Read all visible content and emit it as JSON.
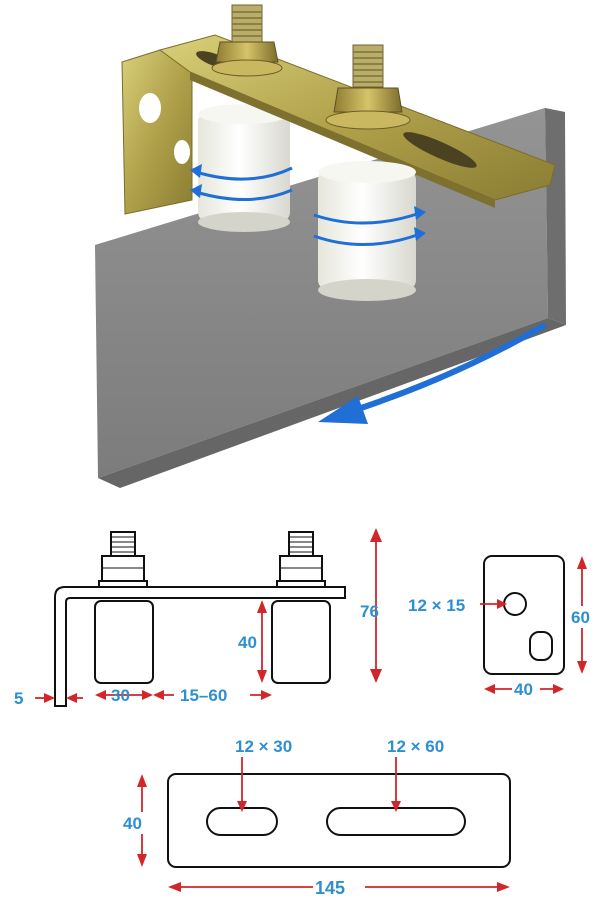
{
  "colors": {
    "dimension_text": "#2e8fd0",
    "dimension_arrow": "#d2262a",
    "bracket_metal": "#b8a84a",
    "rail": "#8d8d8d",
    "roller": "#f4f4ec",
    "motion_arrow": "#1f6fd6"
  },
  "side_view": {
    "thickness": "5",
    "roller_width": "30",
    "roller_spacing": "15–60",
    "roller_height": "40",
    "total_height": "76"
  },
  "end_plate": {
    "hole": "12 × 15",
    "width": "40",
    "height": "60"
  },
  "top_plate": {
    "slot_left": "12 × 30",
    "slot_right": "12 × 60",
    "height": "40",
    "length": "145"
  }
}
